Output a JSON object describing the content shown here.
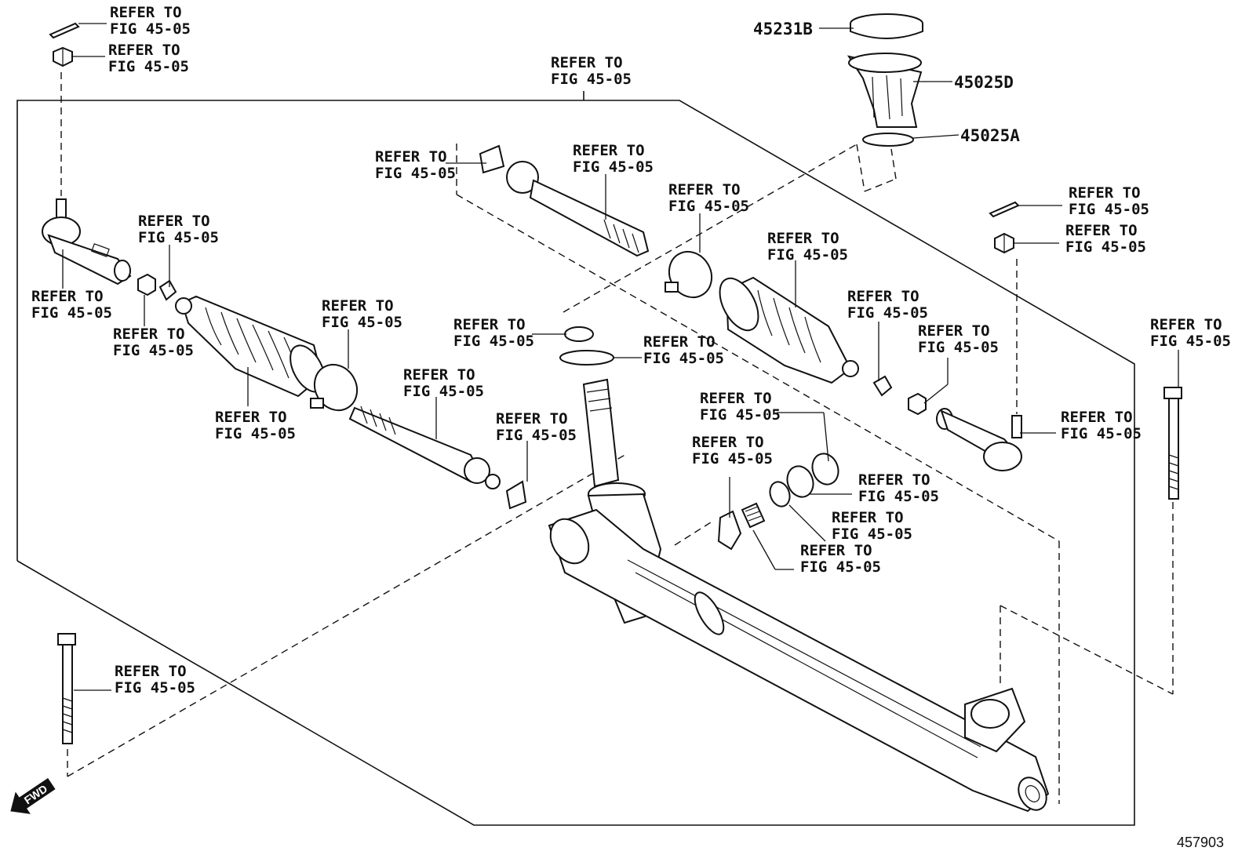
{
  "refer": {
    "line1": "REFER TO",
    "line2": "FIG 45-05"
  },
  "part_numbers": {
    "bearing": "45231B",
    "column_cover": "45025D",
    "cover_seal": "45025A"
  },
  "figure_number": "457903",
  "fwd_label": "FWD"
}
